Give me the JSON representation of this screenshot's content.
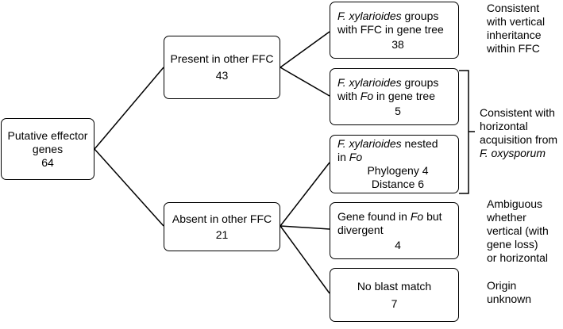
{
  "root": {
    "label": "Putative effector genes",
    "label_line1": "Putative effector",
    "label_line2": "genes",
    "count": "64"
  },
  "present": {
    "label": "Present in other FFC",
    "count": "43"
  },
  "absent": {
    "label": "Absent in other FFC",
    "count": "21"
  },
  "leaf_ffc": {
    "species": "F. xylarioides",
    "text1": " groups",
    "text2": "with FFC in gene tree",
    "count": "38"
  },
  "leaf_fo": {
    "species": "F. xylarioides",
    "text1": " groups",
    "text2a": "with ",
    "fo": "Fo",
    "text2b": " in gene tree",
    "count": "5"
  },
  "leaf_nested": {
    "species": "F. xylarioides",
    "text1": " nested",
    "text2": "in ",
    "fo": "Fo",
    "phylogeny": "Phylogeny 4",
    "distance": "Distance 6"
  },
  "leaf_divergent": {
    "text1a": "Gene found in ",
    "fo": "Fo",
    "text1b": " but",
    "text2": "divergent",
    "count": "4"
  },
  "leaf_noblast": {
    "label": "No blast match",
    "count": "7"
  },
  "notes": {
    "vertical": [
      "Consistent",
      "with vertical",
      "inheritance",
      "within FFC"
    ],
    "horizontal": [
      "Consistent with",
      "horizontal",
      "acquisition from"
    ],
    "horizontal_species": "F. oxysporum",
    "ambiguous": [
      "Ambiguous",
      "whether",
      "vertical (with",
      "gene loss)",
      "or horizontal"
    ],
    "unknown": [
      "Origin",
      "unknown"
    ]
  }
}
